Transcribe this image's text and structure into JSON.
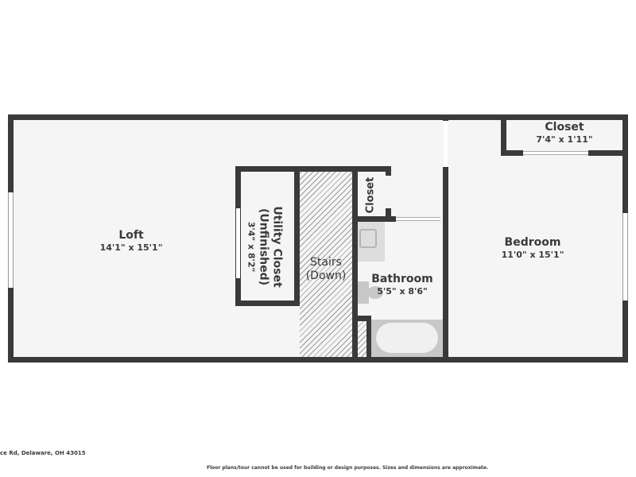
{
  "floorplan": {
    "rooms": [
      {
        "id": "loft",
        "name": "Loft",
        "dimensions": "14'1\" x 15'1\""
      },
      {
        "id": "utility",
        "name_line1": "Utility Closet",
        "name_line2": "(Unfinished)",
        "dimensions": "3'4\" x 8'2\""
      },
      {
        "id": "stairs",
        "name_line1": "Stairs",
        "name_line2": "(Down)"
      },
      {
        "id": "closet_small",
        "name": "Closet"
      },
      {
        "id": "bathroom",
        "name": "Bathroom",
        "dimensions": "5'5\" x 8'6\""
      },
      {
        "id": "closet_top",
        "name": "Closet",
        "dimensions": "7'4\" x 1'11\""
      },
      {
        "id": "bedroom",
        "name": "Bedroom",
        "dimensions": "11'0\" x 15'1\""
      }
    ],
    "colors": {
      "wall": "#3a3a3a",
      "floor": "#f5f5f5",
      "fixture": "#c8c8c8",
      "background": "#ffffff"
    }
  },
  "footer": {
    "address": "ce Rd, Delaware, OH 43015",
    "disclaimer": "Floor plans/tour cannot be used for building or design purposes. Sizes and dimensions are approximate."
  }
}
